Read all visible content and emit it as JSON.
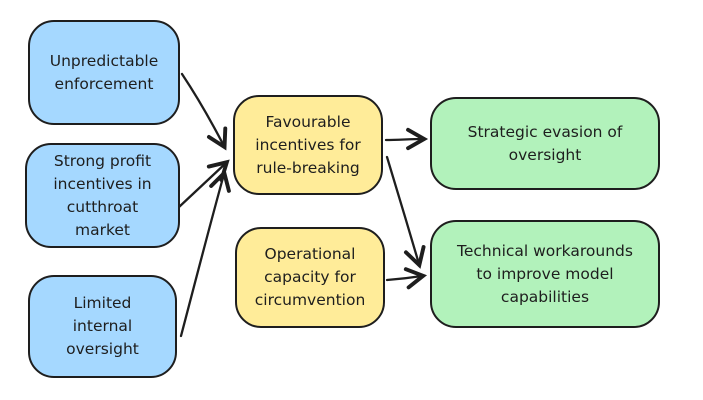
{
  "diagram": {
    "background_color": "#ffffff",
    "stroke_color": "#1e1e1e",
    "palette": {
      "cause_fill": "#a5d8ff",
      "mediator_fill": "#ffec99",
      "outcome_fill": "#b2f2bb"
    },
    "nodes": [
      {
        "id": "unpredictable-enforcement",
        "label": "Unpredictable\nenforcement",
        "fill": "#a5d8ff",
        "role": "cause"
      },
      {
        "id": "strong-profit-incentives",
        "label": "Strong profit\nincentives in\ncutthroat\nmarket",
        "fill": "#a5d8ff",
        "role": "cause"
      },
      {
        "id": "limited-internal-oversight",
        "label": "Limited\ninternal\noversight",
        "fill": "#a5d8ff",
        "role": "cause"
      },
      {
        "id": "favourable-incentives",
        "label": "Favourable\nincentives for\nrule-breaking",
        "fill": "#ffec99",
        "role": "mediator"
      },
      {
        "id": "operational-capacity",
        "label": "Operational\ncapacity for\ncircumvention",
        "fill": "#ffec99",
        "role": "mediator"
      },
      {
        "id": "strategic-evasion",
        "label": "Strategic evasion of\noversight",
        "fill": "#b2f2bb",
        "role": "outcome"
      },
      {
        "id": "technical-workarounds",
        "label": "Technical workarounds\nto improve model\ncapabilities",
        "fill": "#b2f2bb",
        "role": "outcome"
      }
    ],
    "edges": [
      {
        "from": "unpredictable-enforcement",
        "to": "favourable-incentives"
      },
      {
        "from": "strong-profit-incentives",
        "to": "favourable-incentives"
      },
      {
        "from": "limited-internal-oversight",
        "to": "favourable-incentives"
      },
      {
        "from": "favourable-incentives",
        "to": "strategic-evasion"
      },
      {
        "from": "favourable-incentives",
        "to": "technical-workarounds"
      },
      {
        "from": "operational-capacity",
        "to": "technical-workarounds"
      }
    ]
  }
}
